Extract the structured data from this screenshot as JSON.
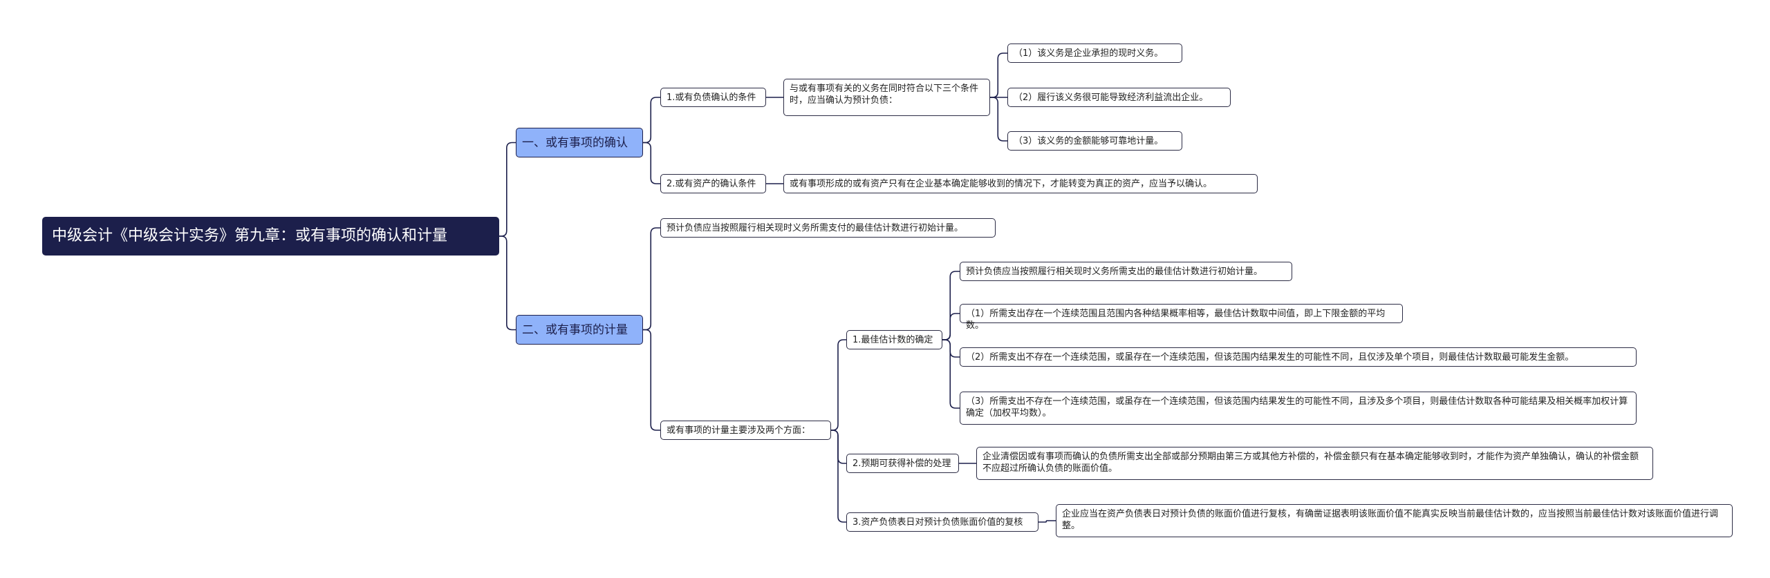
{
  "root": "中级会计《中级会计实务》第九章：或有事项的确认和计量",
  "sec1": {
    "title": "一、或有事项的确认",
    "a": {
      "title": "1.或有负债确认的条件",
      "desc": "与或有事项有关的义务在同时符合以下三个条件时，应当确认为预计负债：",
      "c1": "（1）该义务是企业承担的现时义务。",
      "c2": "（2）履行该义务很可能导致经济利益流出企业。",
      "c3": "（3）该义务的金额能够可靠地计量。"
    },
    "b": {
      "title": "2.或有资产的确认条件",
      "desc": "或有事项形成的或有资产只有在企业基本确定能够收到的情况下，才能转变为真正的资产，应当予以确认。"
    }
  },
  "sec2": {
    "title": "二、或有事项的计量",
    "initial": "预计负债应当按照履行相关现时义务所需支付的最佳估计数进行初始计量。",
    "aspects": "或有事项的计量主要涉及两个方面：",
    "best": {
      "title": "1.最佳估计数的确定",
      "c0": "预计负债应当按照履行相关现时义务所需支出的最佳估计数进行初始计量。",
      "c1": "（1）所需支出存在一个连续范围且范围内各种结果概率相等，最佳估计数取中间值，即上下限金额的平均数。",
      "c2": "（2）所需支出不存在一个连续范围，或虽存在一个连续范围，但该范围内结果发生的可能性不同，且仅涉及单个项目，则最佳估计数取最可能发生金额。",
      "c3": "（3）所需支出不存在一个连续范围，或虽存在一个连续范围，但该范围内结果发生的可能性不同，且涉及多个项目，则最佳估计数取各种可能结果及相关概率加权计算确定（加权平均数）。"
    },
    "comp": {
      "title": "2.预期可获得补偿的处理",
      "desc": "企业清偿因或有事项而确认的负债所需支出全部或部分预期由第三方或其他方补偿的，补偿金额只有在基本确定能够收到时，才能作为资产单独确认，确认的补偿金额不应超过所确认负债的账面价值。"
    },
    "review": {
      "title": "3.资产负债表日对预计负债账面价值的复核",
      "desc": "企业应当在资产负债表日对预计负债的账面价值进行复核，有确凿证据表明该账面价值不能真实反映当前最佳估计数的，应当按照当前最佳估计数对该账面价值进行调整。"
    }
  }
}
